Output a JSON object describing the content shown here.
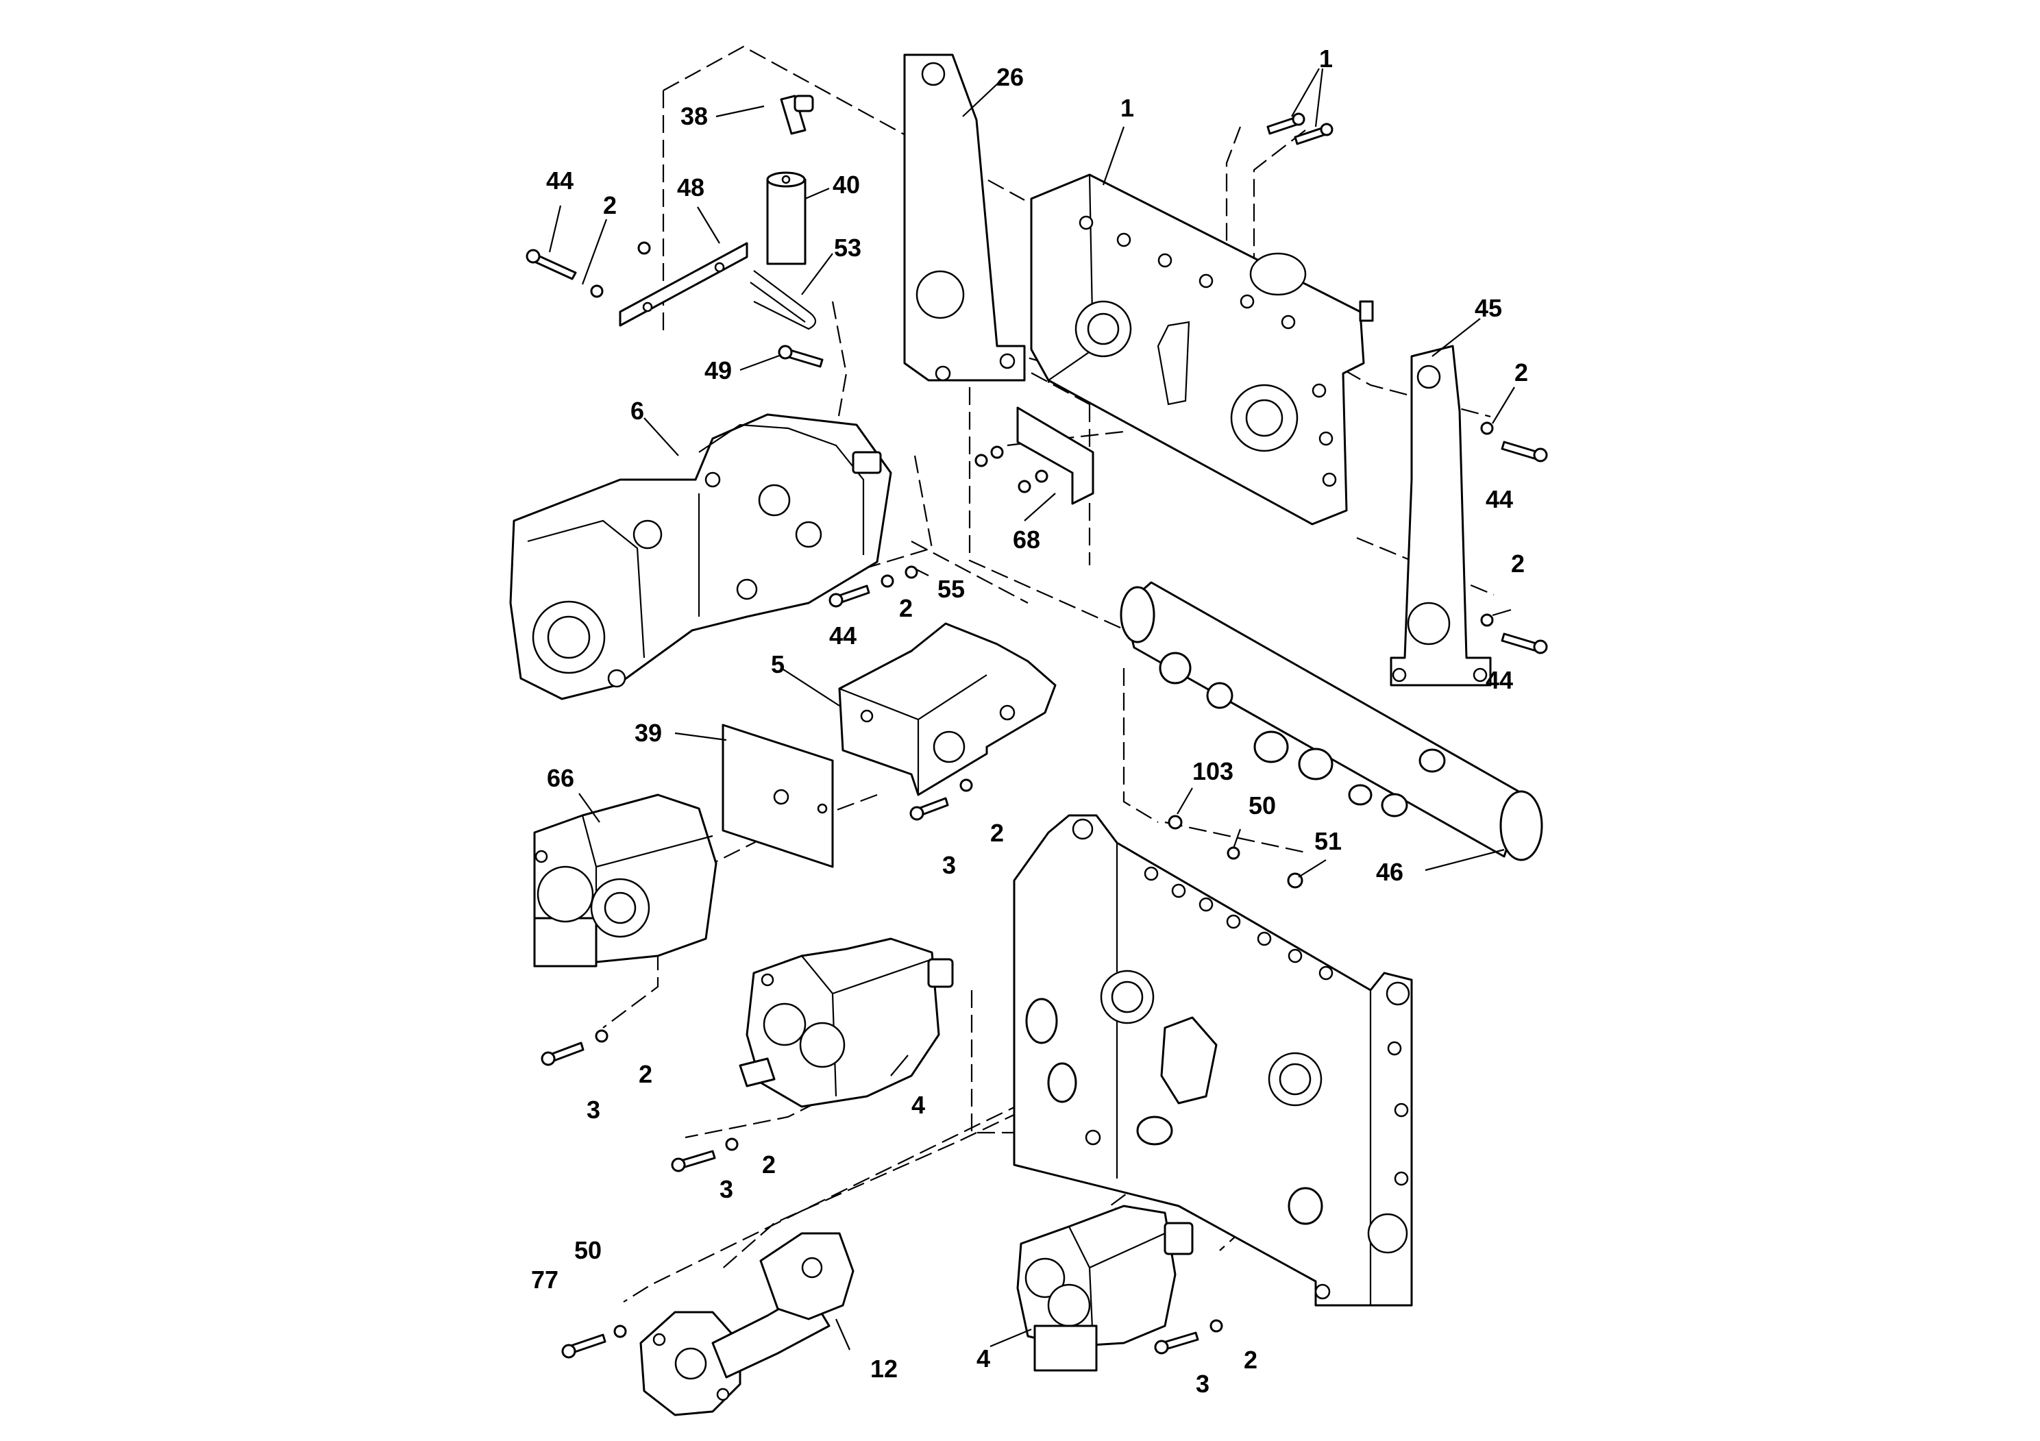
{
  "diagram": {
    "style": {
      "line_color": "#000000",
      "background": "#ffffff"
    },
    "callouts": [
      "26",
      "1",
      "1",
      "38",
      "40",
      "44",
      "2",
      "48",
      "53",
      "49",
      "45",
      "2",
      "44",
      "6",
      "68",
      "55",
      "2",
      "44",
      "2",
      "44",
      "5",
      "39",
      "66",
      "3",
      "2",
      "103",
      "50",
      "51",
      "46",
      "3",
      "2",
      "4",
      "3",
      "2",
      "50",
      "77",
      "12",
      "4",
      "3",
      "2"
    ]
  }
}
